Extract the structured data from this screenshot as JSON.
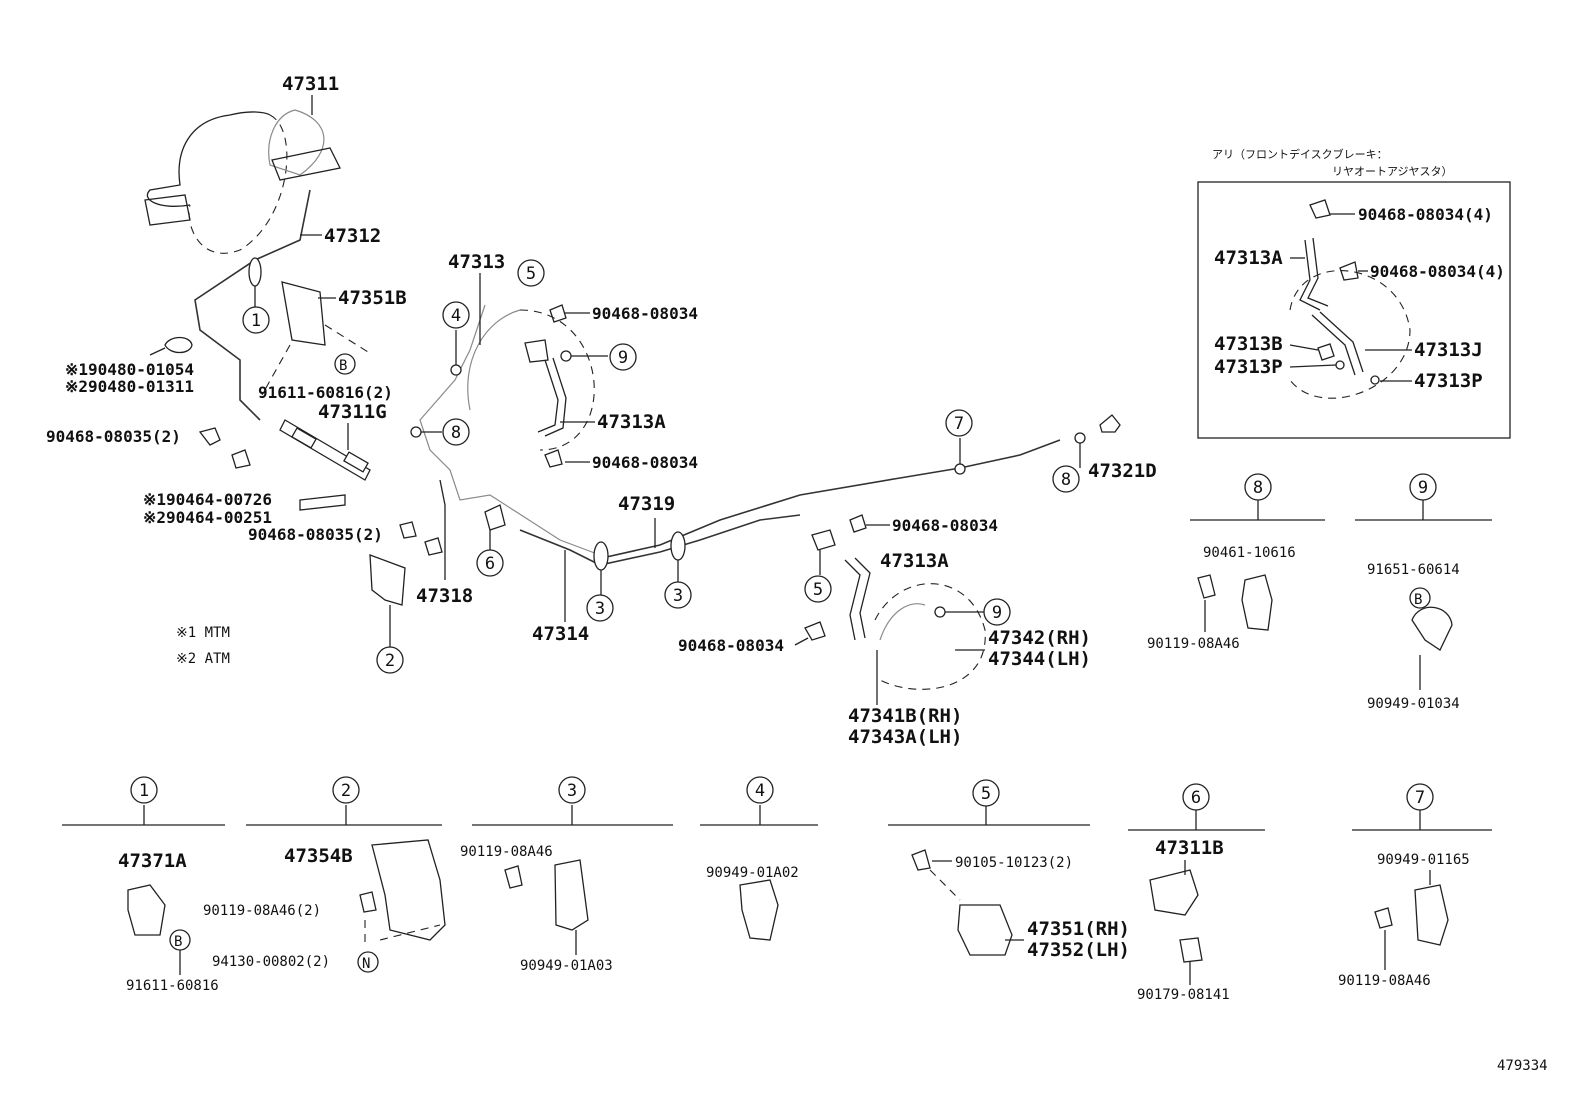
{
  "diagram_code": "479334",
  "inset": {
    "header_line1": "アリ（フロントデイスクブレーキ：",
    "header_line2": "リヤオートアジヤスタ）"
  },
  "notes": [
    "※1 MTM",
    "※2 ATM"
  ],
  "callout_numbers": [
    "1",
    "2",
    "3",
    "4",
    "5",
    "6",
    "7",
    "8",
    "9"
  ],
  "part_labels": {
    "p47311": "47311",
    "p47312": "47312",
    "p47313": "47313",
    "p47351B": "47351B",
    "p91611_60816_2": "91611-60816(2)",
    "p47311G": "47311G",
    "p90480_01054": "※190480-01054",
    "p90480_01311": "※290480-01311",
    "p90468_08035_2a": "90468-08035(2)",
    "p90464_00726": "※190464-00726",
    "p90464_00251": "※290464-00251",
    "p90468_08035_2b": "90468-08035(2)",
    "p47318": "47318",
    "p47314": "47314",
    "p47319": "47319",
    "p90468_08034_a": "90468-08034",
    "p47313A_a": "47313A",
    "p90468_08034_b": "90468-08034",
    "p90468_08034_c": "90468-08034",
    "p47313A_b": "47313A",
    "p90468_08034_d": "90468-08034",
    "p47342": "47342(RH)",
    "p47344": "47344(LH)",
    "p47341B": "47341B(RH)",
    "p47343A": "47343A(LH)",
    "p47321D": "47321D",
    "in_90468_08034_4a": "90468-08034(4)",
    "in_90468_08034_4b": "90468-08034(4)",
    "in_47313A": "47313A",
    "in_47313B": "47313B",
    "in_47313P_a": "47313P",
    "in_47313J": "47313J",
    "in_47313P_b": "47313P",
    "d8_90461_10616": "90461-10616",
    "d8_90119_08A46": "90119-08A46",
    "d9_91651_60614": "91651-60614",
    "d9_90949_01034": "90949-01034",
    "d1_47371A": "47371A",
    "d1_91611_60816": "91611-60816",
    "d2_47354B": "47354B",
    "d2_90119_08A46_2": "90119-08A46(2)",
    "d2_94130_00802_2": "94130-00802(2)",
    "d3_90119_08A46": "90119-08A46",
    "d3_90949_01A03": "90949-01A03",
    "d4_90949_01A02": "90949-01A02",
    "d5_90105_10123_2": "90105-10123(2)",
    "d5_47351": "47351(RH)",
    "d5_47352": "47352(LH)",
    "d6_47311B": "47311B",
    "d6_90179_08141": "90179-08141",
    "d7_90949_01165": "90949-01165",
    "d7_90119_08A46": "90119-08A46"
  },
  "letter_marks": {
    "b": "B",
    "n": "N"
  }
}
